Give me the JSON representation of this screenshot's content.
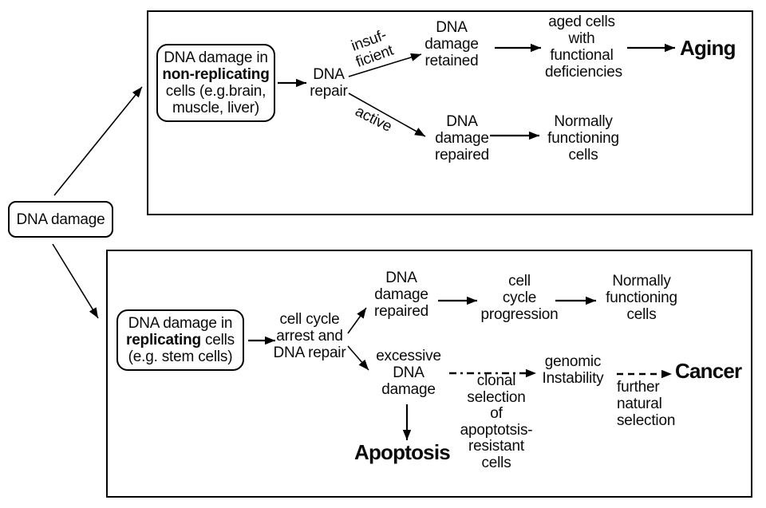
{
  "colors": {
    "ink": "#000000",
    "background": "#ffffff"
  },
  "root": {
    "label": "DNA damage"
  },
  "top_panel": {
    "source_box": {
      "line1": "DNA damage in",
      "line2_bold": "non-replicating",
      "line3": "cells (e.g.brain,",
      "line4": "muscle, liver)"
    },
    "dna_repair": "DNA\nrepair",
    "branch_insufficient": "insuf-\nficient",
    "branch_active": "active",
    "damage_retained": "DNA\ndamage\nretained",
    "aged_cells": "aged cells\nwith\nfunctional\ndeficiencies",
    "aging": "Aging",
    "damage_repaired": "DNA\ndamage\nrepaired",
    "normal_cells": "Normally\nfunctioning\ncells"
  },
  "bottom_panel": {
    "source_box": {
      "line1": "DNA damage in",
      "line2_bold": "replicating",
      "line2_rest": " cells",
      "line3": "(e.g. stem cells)"
    },
    "cell_cycle_arrest": "cell cycle\narrest and\nDNA repair",
    "damage_repaired": "DNA\ndamage\nrepaired",
    "cycle_progression": "cell\ncycle\nprogression",
    "normal_cells": "Normally\nfunctioning\ncells",
    "excessive_damage": "excessive\nDNA\ndamage",
    "apoptosis": "Apoptosis",
    "clonal_selection": "clonal\nselection\nof\napoptotsis-\nresistant\ncells",
    "genomic_instability": "genomic\nInstability",
    "further_selection": "further\nnatural\nselection",
    "cancer": "Cancer"
  }
}
